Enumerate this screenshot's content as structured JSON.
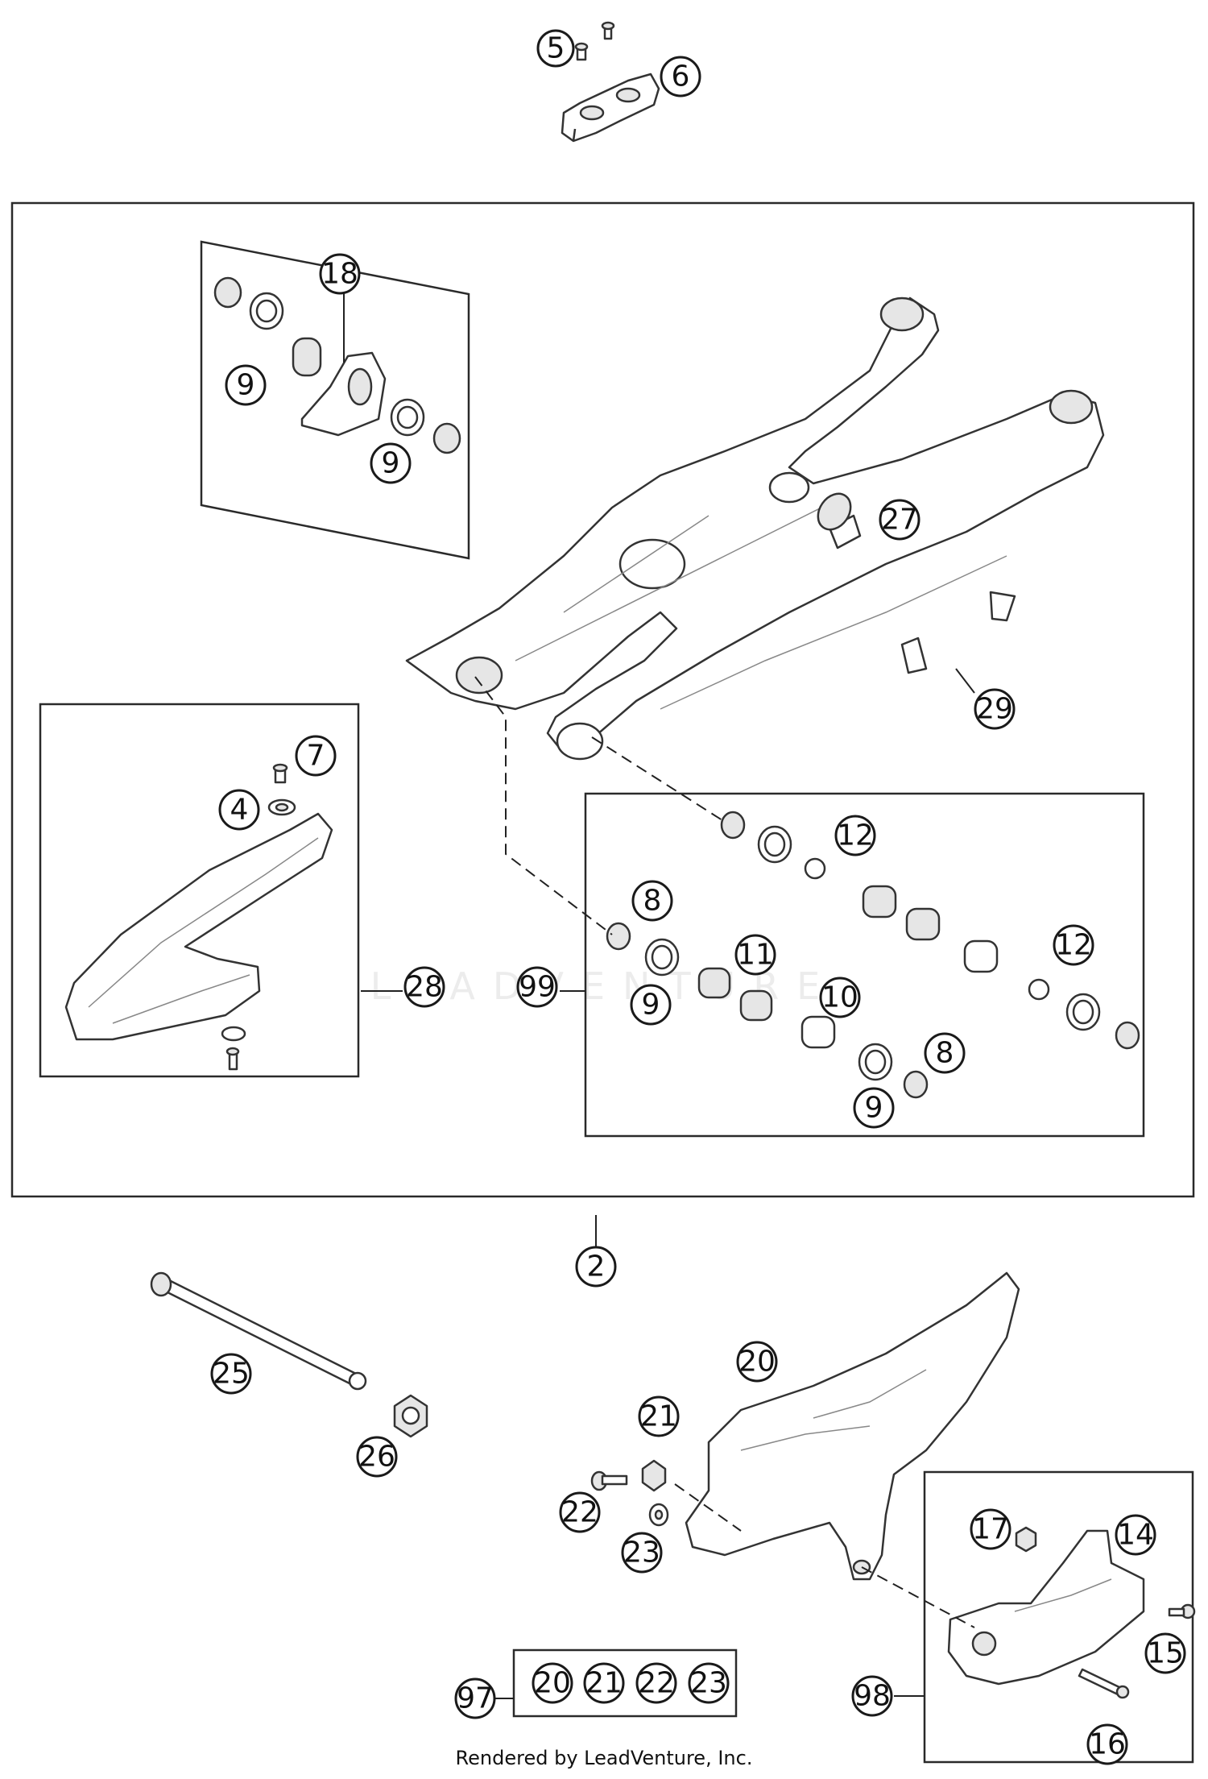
{
  "credit": "Rendered by LeadVenture, Inc.",
  "watermark": "LEADVENTURE",
  "callouts": {
    "c2": "2",
    "c4": "4",
    "c5": "5",
    "c6": "6",
    "c7": "7",
    "c8a": "8",
    "c8b": "8",
    "c9a": "9",
    "c9b": "9",
    "c9c": "9",
    "c9d": "9",
    "c10": "10",
    "c11": "11",
    "c12a": "12",
    "c12b": "12",
    "c14": "14",
    "c15": "15",
    "c16": "16",
    "c17": "17",
    "c18": "18",
    "c20": "20",
    "c21": "21",
    "c22": "22",
    "c23": "23",
    "c25": "25",
    "c26": "26",
    "c27": "27",
    "c28": "28",
    "c29": "29",
    "c97": "97",
    "c97_20": "20",
    "c97_21": "21",
    "c97_22": "22",
    "c97_23": "23",
    "c98": "98",
    "c99": "99"
  }
}
